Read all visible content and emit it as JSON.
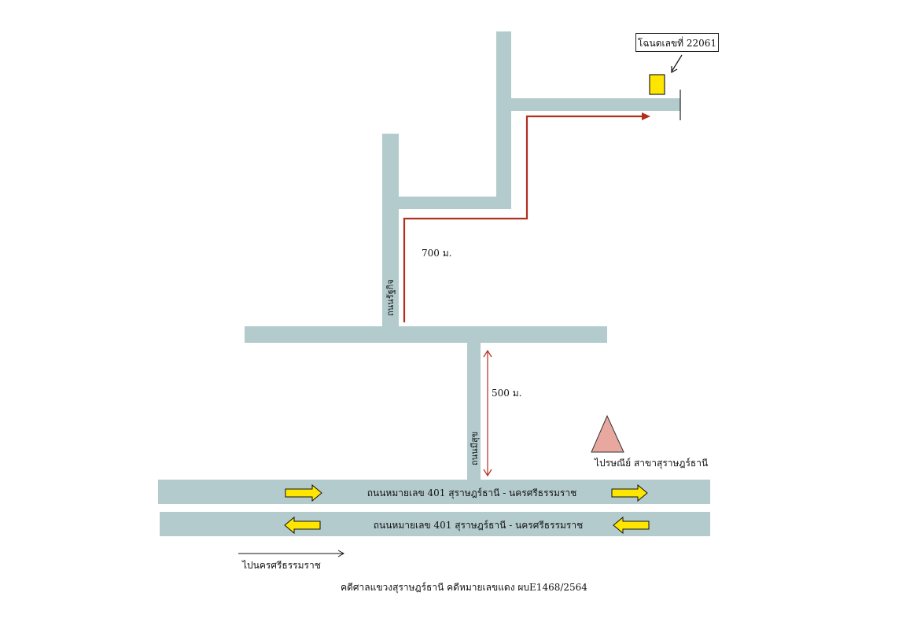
{
  "map": {
    "deed_label": "โฉนดเลขที่ 22061",
    "road_vertical_upper_label": "ถนนรัฐกิจ",
    "road_vertical_lower_label": "ถนนมีสุข",
    "distance_upper": "700 ม.",
    "distance_lower": "500 ม.",
    "post_office_label": "ไปรษณีย์ สาขาสุราษฎร์ธานี",
    "highway_top_label": "ถนนหมายเลข 401  สุราษฎร์ธานี - นครศรีธรรมราช",
    "highway_bottom_label": "ถนนหมายเลข 401  สุราษฎร์ธานี - นครศรีธรรมราช",
    "direction_label": "ไปนครศรีธรรมราช",
    "footer": "คดีศาลแขวงสุราษฎร์ธานี คดีหมายเลขแดง ผบE1468/2564"
  },
  "colors": {
    "road": "#b3cbcd",
    "route": "#b03020",
    "property": "#ffe600",
    "post_office": "#e8a8a0",
    "arrow": "#ffe600"
  }
}
